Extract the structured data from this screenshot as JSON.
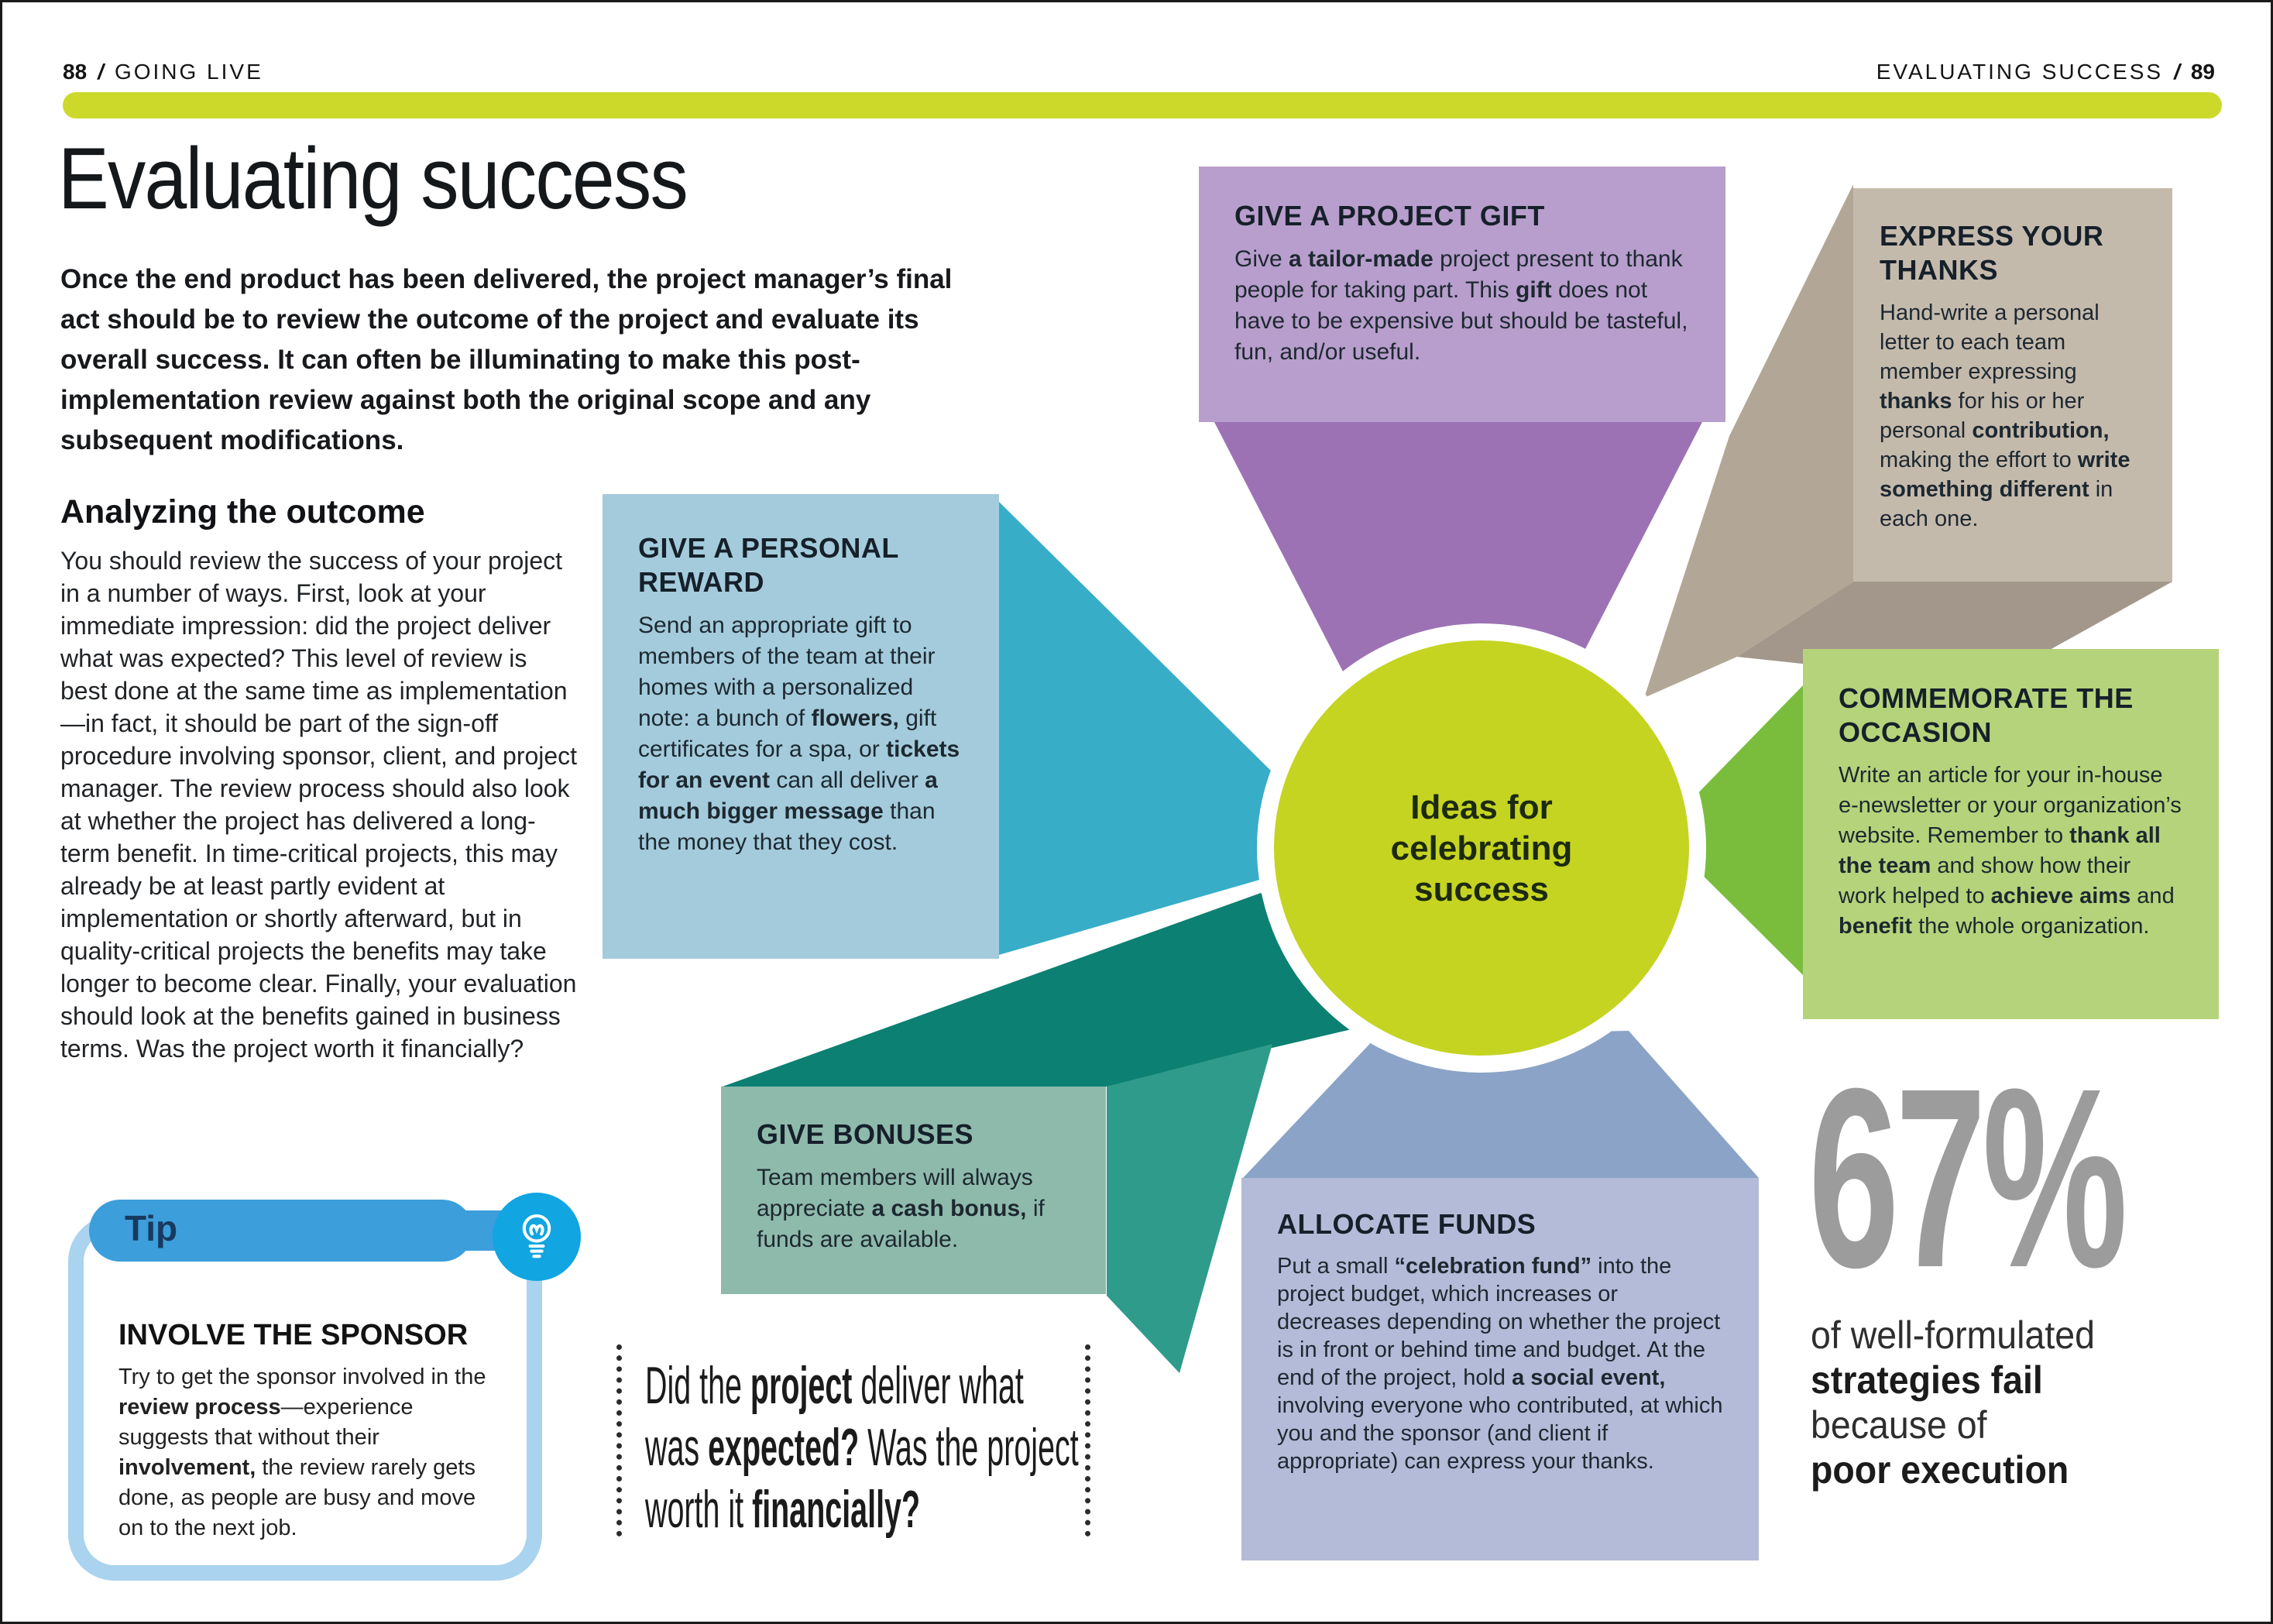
{
  "header": {
    "left_page_number": "88",
    "left_separator": "/",
    "left_label": "GOING LIVE",
    "right_label": "EVALUATING SUCCESS",
    "right_separator": "/",
    "right_page_number": "89"
  },
  "title": "Evaluating success",
  "intro": "Once the end product has been delivered, the project manager’s final act should be to review the outcome of the project and evaluate its overall success. It can often be illuminating to make this post-implementation review against both the original scope and any subsequent modifications.",
  "article": {
    "heading": "Analyzing the outcome",
    "body": "You should review the success of your project in a number of ways. First, look at your immediate impression: did the project deliver what was expected? This level of review is best done at the same time as implementation—in fact, it should be part of the sign-off procedure involving sponsor, client, and project manager. The review process should also look at whether the project has delivered a long-term benefit. In time-critical projects, this may already be at least partly evident at implementation or shortly afterward, but in quality-critical projects the benefits may take longer to become clear. Finally, your evaluation should look at the benefits gained in business terms. Was the project worth it financially?"
  },
  "tip": {
    "label": "Tip",
    "icon": "lightbulb-icon",
    "heading": "INVOLVE THE SPONSOR",
    "body": [
      {
        "t": "Try to get the sponsor involved in the ",
        "b": false
      },
      {
        "t": "review process",
        "b": true
      },
      {
        "t": "—experience suggests that without their ",
        "b": false
      },
      {
        "t": "involvement,",
        "b": true
      },
      {
        "t": " the review rarely gets done, as people are busy and move on to the next job.",
        "b": false
      }
    ]
  },
  "diagram": {
    "center_label": "Ideas for celebrating success",
    "boxes": [
      {
        "id": "give-a-project-gift",
        "heading": "GIVE A PROJECT GIFT",
        "body": [
          {
            "t": "Give ",
            "b": false
          },
          {
            "t": "a tailor-made",
            "b": true
          },
          {
            "t": " project present to thank people for taking part. This ",
            "b": false
          },
          {
            "t": "gift",
            "b": true
          },
          {
            "t": " does not have to be expensive but should be tasteful, fun, and/or useful.",
            "b": false
          }
        ]
      },
      {
        "id": "express-your-thanks",
        "heading": "EXPRESS YOUR THANKS",
        "body": [
          {
            "t": "Hand-write a personal letter to each team member expressing ",
            "b": false
          },
          {
            "t": "thanks",
            "b": true
          },
          {
            "t": " for his or her personal ",
            "b": false
          },
          {
            "t": "contribution,",
            "b": true
          },
          {
            "t": " making the effort to ",
            "b": false
          },
          {
            "t": "write something different",
            "b": true
          },
          {
            "t": " in each one.",
            "b": false
          }
        ]
      },
      {
        "id": "give-a-personal-reward",
        "heading": "GIVE A PERSONAL REWARD",
        "body": [
          {
            "t": "Send an appropriate gift to members of the team at their homes with a personalized note: a bunch of ",
            "b": false
          },
          {
            "t": "flowers,",
            "b": true
          },
          {
            "t": " gift certificates for a spa, or ",
            "b": false
          },
          {
            "t": "tickets for an event",
            "b": true
          },
          {
            "t": " can all deliver ",
            "b": false
          },
          {
            "t": "a much bigger message",
            "b": true
          },
          {
            "t": " than the money that they cost.",
            "b": false
          }
        ]
      },
      {
        "id": "commemorate-the-occasion",
        "heading": "COMMEMORATE THE OCCASION",
        "body": [
          {
            "t": "Write an article for your in-house e-newsletter or your organization’s website. Remember to ",
            "b": false
          },
          {
            "t": "thank all the team",
            "b": true
          },
          {
            "t": " and show how their work helped to ",
            "b": false
          },
          {
            "t": "achieve aims",
            "b": true
          },
          {
            "t": " and ",
            "b": false
          },
          {
            "t": "benefit",
            "b": true
          },
          {
            "t": " the whole organization.",
            "b": false
          }
        ]
      },
      {
        "id": "give-bonuses",
        "heading": "GIVE BONUSES",
        "body": [
          {
            "t": "Team members will always appreciate ",
            "b": false
          },
          {
            "t": "a cash bonus,",
            "b": true
          },
          {
            "t": " if funds are available.",
            "b": false
          }
        ]
      },
      {
        "id": "allocate-funds",
        "heading": "ALLOCATE FUNDS",
        "body": [
          {
            "t": "Put a small ",
            "b": false
          },
          {
            "t": "“celebration fund”",
            "b": true
          },
          {
            "t": " into the project budget, which increases or decreases depending on whether the project is in front or behind time and budget. At the end of the project, hold ",
            "b": false
          },
          {
            "t": "a social event,",
            "b": true
          },
          {
            "t": " involving everyone who contributed, at which you and the sponsor (and client if appropriate) can express your thanks.",
            "b": false
          }
        ]
      }
    ]
  },
  "quote": [
    {
      "t": "Did the ",
      "b": false
    },
    {
      "t": "project",
      "b": true
    },
    {
      "t": " deliver what was ",
      "b": false
    },
    {
      "t": "expected?",
      "b": true
    },
    {
      "t": " Was the project worth it ",
      "b": false
    },
    {
      "t": "financially?",
      "b": true
    }
  ],
  "stat": {
    "value": "67",
    "unit": "%",
    "lines": [
      {
        "text": "of well-formulated",
        "bold": false
      },
      {
        "text": "strategies fail",
        "bold": true
      },
      {
        "text": "because of",
        "bold": false
      },
      {
        "text": "poor execution",
        "bold": true
      }
    ]
  },
  "colors": {
    "accent_bar": "#ccd92b",
    "circle": "#c5d420",
    "tip_blue": "#3c9edb",
    "tip_frame": "#a9d3ef",
    "tip_icon": "#11a5e1",
    "box_project_gift": "#b89ecc",
    "wedge_project_gift": "#9c72b5",
    "box_express_thanks": "#c4baac",
    "wedge_express_side": "#b2a797",
    "wedge_express_bottom": "#a2978a",
    "box_personal_reward": "#a3cbdc",
    "wedge_personal_reward": "#37adc8",
    "box_commemorate": "#b5d37a",
    "wedge_commemorate": "#7abd3d",
    "box_bonuses": "#8ebaab",
    "wedge_bonuses_top": "#0c8072",
    "wedge_bonuses_side": "#2f9b8a",
    "box_allocate": "#b3bbd8",
    "wedge_allocate": "#8ba3c6",
    "stat_gray": "#9c9c9c"
  }
}
